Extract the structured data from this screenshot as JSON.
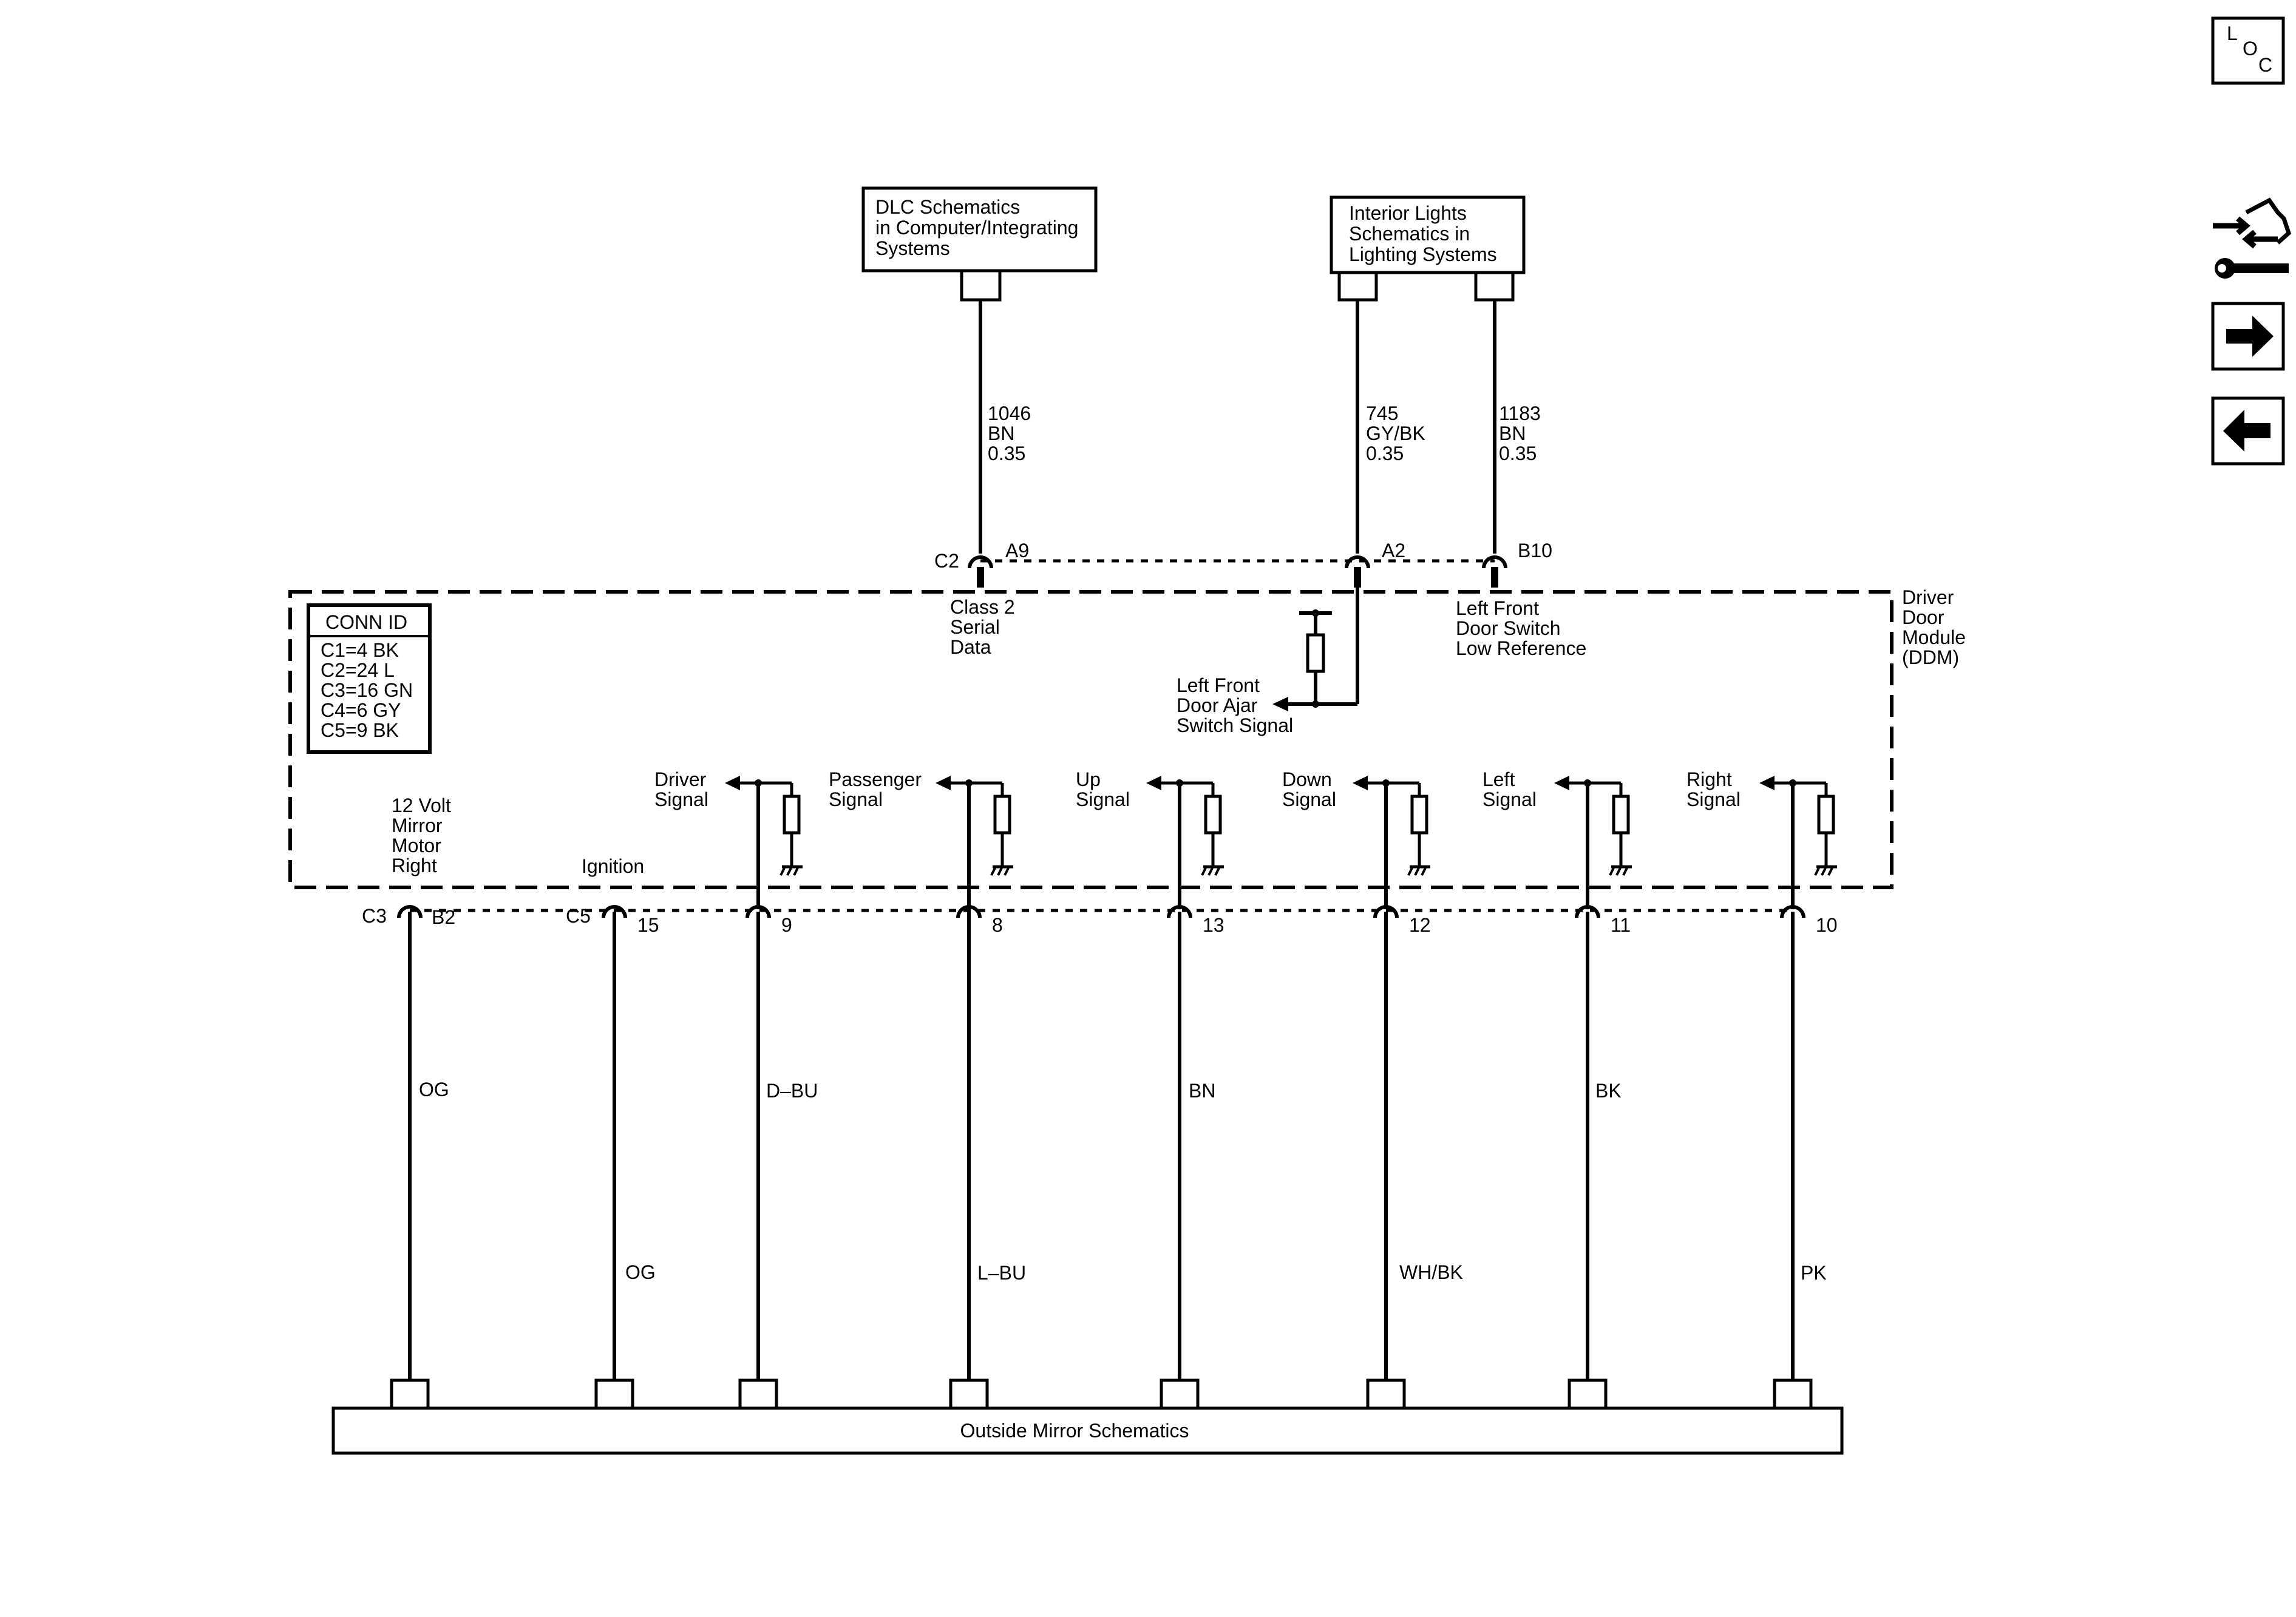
{
  "nav": {
    "loc_button": {
      "l": "L",
      "o": "O",
      "c": "C",
      "icon": "loc-icon"
    },
    "tools_icon": "arrows-wrench-icon",
    "next_icon": "arrow-right-icon",
    "prev_icon": "arrow-left-icon"
  },
  "ref_boxes": {
    "dlc": [
      "DLC Schematics",
      "in Computer/Integrating",
      "Systems"
    ],
    "interior": [
      "Interior Lights",
      "Schematics in",
      "Lighting Systems"
    ],
    "outside_mirror": "Outside Mirror Schematics"
  },
  "top_wires": [
    {
      "circuit": "1046",
      "color": "BN",
      "gauge": "0.35"
    },
    {
      "circuit": "745",
      "color": "GY/BK",
      "gauge": "0.35"
    },
    {
      "circuit": "1183",
      "color": "BN",
      "gauge": "0.35"
    }
  ],
  "top_connector": {
    "name": "C2",
    "pins": [
      "A9",
      "A2",
      "B10"
    ]
  },
  "module": {
    "name": [
      "Driver",
      "Door",
      "Module",
      "(DDM)"
    ]
  },
  "conn_id": {
    "title": "CONN ID",
    "rows": [
      "C1=4 BK",
      "C2=24 L",
      "C3=16 GN",
      "C4=6 GY",
      "C5=9 BK"
    ]
  },
  "internal_labels": {
    "class2": [
      "Class 2",
      "Serial",
      "Data"
    ],
    "door_switch": [
      "Left Front",
      "Door Switch",
      "Low Reference"
    ],
    "door_ajar": [
      "Left Front",
      "Door Ajar",
      "Switch Signal"
    ],
    "mirror_motor": [
      "12 Volt",
      "Mirror",
      "Motor",
      "Right"
    ],
    "ignition": [
      "Ignition"
    ]
  },
  "signals": [
    [
      "Driver",
      "Signal"
    ],
    [
      "Passenger",
      "Signal"
    ],
    [
      "Up",
      "Signal"
    ],
    [
      "Down",
      "Signal"
    ],
    [
      "Left",
      "Signal"
    ],
    [
      "Right",
      "Signal"
    ]
  ],
  "bottom_connectors": {
    "c3": "C3",
    "c5": "C5"
  },
  "bottom_pins": [
    "B2",
    "15",
    "9",
    "8",
    "13",
    "12",
    "11",
    "10"
  ],
  "bottom_wire_colors": [
    "OG",
    "OG",
    "D–BU",
    "L–BU",
    "BN",
    "WH/BK",
    "BK",
    "PK"
  ]
}
